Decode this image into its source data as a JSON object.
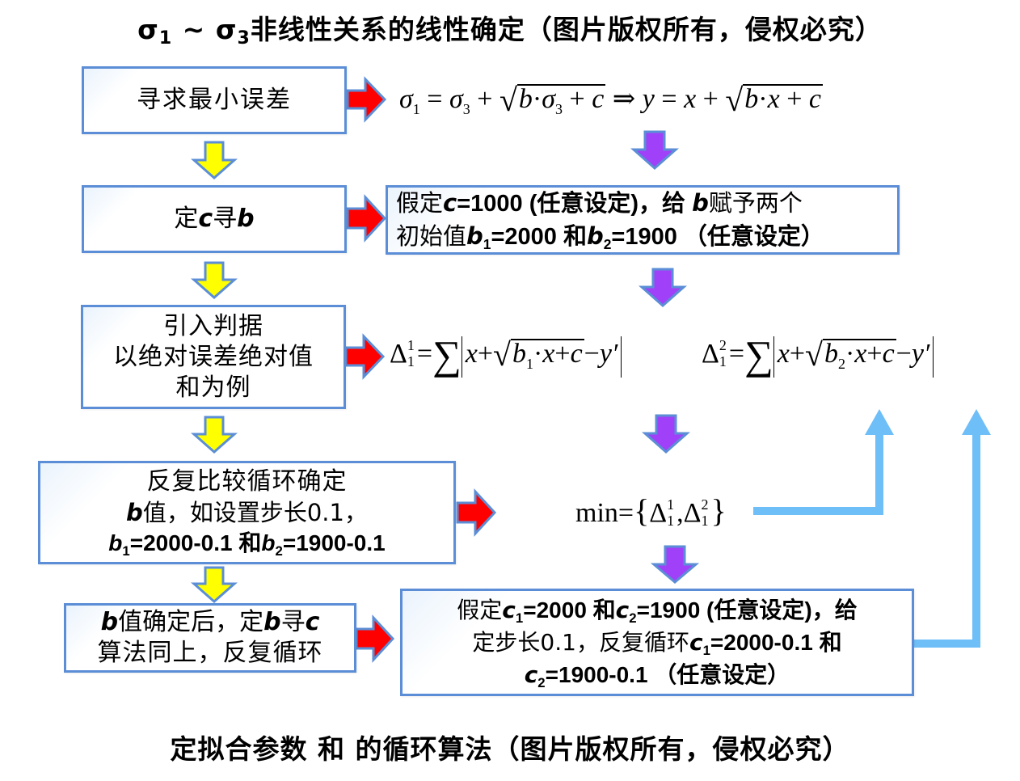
{
  "top_title": {
    "sigma1": "σ",
    "sub1": "1",
    "tilde": " ~ ",
    "sigma3": "σ",
    "sub3": "3",
    "rest": "非线性关系的线性确定（图片版权所有，侵权必究）"
  },
  "bottom_title": "定拟合参数 和 的循环算法（图片版权所有，侵权必究）",
  "left_boxes": {
    "box1": {
      "text": "寻求最小误差"
    },
    "box2": {
      "pre": "定",
      "c": "c",
      "mid": "寻",
      "b": "b"
    },
    "box3": {
      "line1": "引入判据",
      "line2": "以绝对误差绝对值",
      "line3": "和为例"
    },
    "box4": {
      "line1": "反复比较循环确定",
      "line2_b": "b",
      "line2_rest": "值，如设置步长0.1，",
      "line3_b1": "b",
      "line3_sub1": "1",
      "line3_val1": "=2000-0.1 和",
      "line3_b2": "b",
      "line3_sub2": "2",
      "line3_val2": "=1900-0.1"
    },
    "box5": {
      "line1_b": "b",
      "line1_mid": "值确定后，定",
      "line1_b2": "b",
      "line1_xun": "寻",
      "line1_c": "c",
      "line2": "算法同上，反复循环"
    }
  },
  "right_boxes": {
    "box_b": {
      "l1_a": "假定",
      "l1_c": "c",
      "l1_b": "=1000 (任意设定)，给 ",
      "l1_bvar": "b",
      "l1_d": "赋予两个",
      "l2_a": "初始值",
      "l2_b1": "b",
      "l2_sub1": "1",
      "l2_v1": "=2000 和",
      "l2_b2": "b",
      "l2_sub2": "2",
      "l2_v2": "=1900 （任意设定）"
    },
    "box_c": {
      "l1_a": "假定",
      "l1_c1": "c",
      "l1_sub1": "1",
      "l1_v1": "=2000 和",
      "l1_c2": "c",
      "l1_sub2": "2",
      "l1_v2": "=1900 (任意设定)，给",
      "l2_a": "定步长0.1，反复循环",
      "l2_c1": "c",
      "l2_sub1": "1",
      "l2_v1": "=2000-0.1 和",
      "l3_c2": "c",
      "l3_sub2": "2",
      "l3_v2": "=1900-0.1 （任意设定）"
    }
  },
  "formulas": {
    "f1": {
      "sigma": "σ",
      "s1": "1",
      "eq": " = ",
      "sigma3": "σ",
      "s3": "3",
      "plus": " + ",
      "rad": "√",
      "inner_b": "b",
      "dot": "·",
      "inner_sigma": "σ",
      "inner_s3": "3",
      "inner_plus": " + ",
      "inner_c": "c",
      "implies": " ⇒ ",
      "y": "y",
      "eq2": " = ",
      "x": "x",
      "plus2": " + ",
      "rad2": "√",
      "b2": "b",
      "dot2": "·",
      "x2": "x",
      "plus3": " + ",
      "c2": "c"
    },
    "delta1": {
      "delta": "Δ",
      "sup": "1",
      "sub": "1",
      "eq": "=",
      "sum": "∑",
      "x": "x",
      "plus": "+",
      "rad": "√",
      "b": "b",
      "bsub": "1",
      "dot": "·",
      "x2": "x",
      "plus2": "+",
      "c": "c",
      "minus": "−",
      "y": "y′"
    },
    "delta2": {
      "delta": "Δ",
      "sup": "2",
      "sub": "1",
      "eq": "=",
      "sum": "∑",
      "x": "x",
      "plus": "+",
      "rad": "√",
      "b": "b",
      "bsub": "2",
      "dot": "·",
      "x2": "x",
      "plus2": "+",
      "c": "c",
      "minus": "−",
      "y": "y′"
    },
    "min": {
      "label": "min",
      "eq": "=",
      "lbrace": "{",
      "d1": "Δ",
      "d1sup": "1",
      "d1sub": "1",
      "comma": ",",
      "d2": "Δ",
      "d2sup": "2",
      "d2sub": "1",
      "rbrace": "}"
    }
  },
  "colors": {
    "box_border": "#5b8ed6",
    "arrow_red": "#ff0000",
    "arrow_yellow": "#ffff00",
    "arrow_purple": "#a040f8",
    "arrow_outline": "#5b8ed6",
    "feedback_blue": "#6ebef8"
  }
}
